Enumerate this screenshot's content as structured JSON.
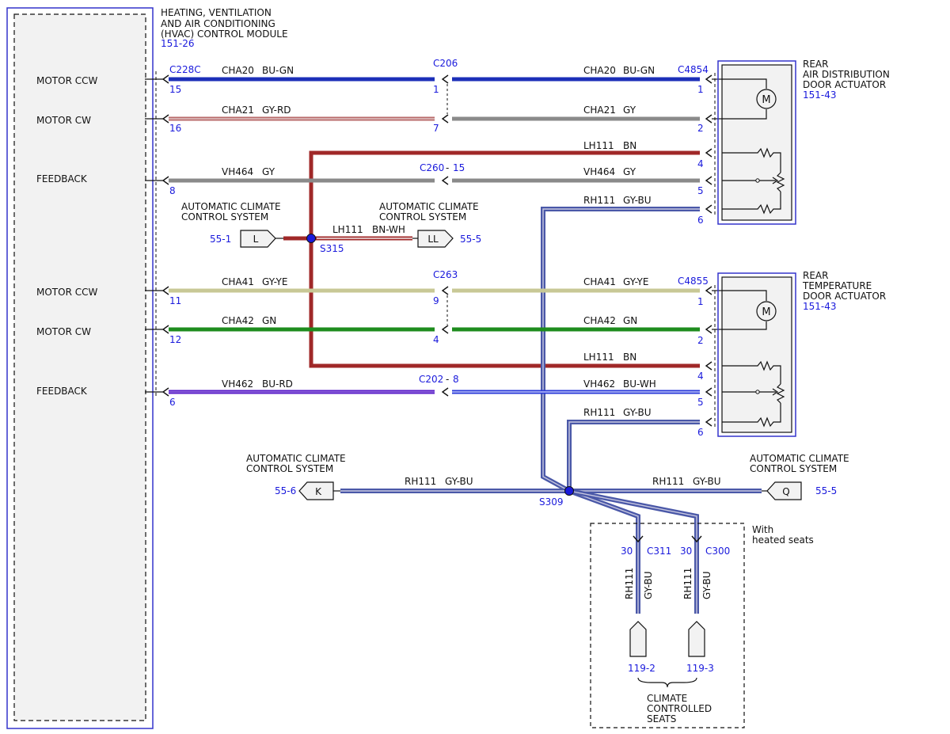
{
  "module": {
    "title_lines": [
      "HEATING, VENTILATION",
      "AND AIR CONDITIONING",
      "(HVAC) CONTROL MODULE"
    ],
    "ref": "151-26",
    "pins": [
      "MOTOR CCW",
      "MOTOR CW",
      "FEEDBACK",
      "MOTOR CCW",
      "MOTOR CW",
      "FEEDBACK"
    ]
  },
  "actuator_air": {
    "title_lines": [
      "REAR",
      "AIR DISTRIBUTION",
      "DOOR ACTUATOR"
    ],
    "ref": "151-43",
    "connector": "C4854",
    "pins": [
      "1",
      "2",
      "4",
      "5",
      "6"
    ]
  },
  "actuator_temp": {
    "title_lines": [
      "REAR",
      "TEMPERATURE",
      "DOOR ACTUATOR"
    ],
    "ref": "151-43",
    "connector": "C4855",
    "pins": [
      "1",
      "2",
      "4",
      "5",
      "6"
    ]
  },
  "connectors": {
    "c228c": "C228C",
    "c206": "C206",
    "c263": "C263",
    "c260": "C260",
    "c260_pin": "15",
    "c202": "C202",
    "c202_pin": "8",
    "c311": "C311",
    "c300": "C300",
    "dash": "-"
  },
  "pin_numbers": {
    "m1": "15",
    "m2": "16",
    "m3": "8",
    "m4": "11",
    "m5": "12",
    "m6": "6",
    "c206_1": "1",
    "c206_7": "7",
    "c263_9": "9",
    "c263_4": "4",
    "c311_pin": "30",
    "c300_pin": "30"
  },
  "circuits": {
    "cha20": "CHA20",
    "bu_gn": "BU-GN",
    "cha21": "CHA21",
    "gy_rd": "GY-RD",
    "gy": "GY",
    "lh111": "LH111",
    "bn": "BN",
    "bn_wh": "BN-WH",
    "vh464": "VH464",
    "rh111": "RH111",
    "gy_bu": "GY-BU",
    "cha41": "CHA41",
    "gy_ye": "GY-YE",
    "cha42": "CHA42",
    "gn": "GN",
    "vh462": "VH462",
    "bu_rd": "BU-RD",
    "bu_wh": "BU-WH"
  },
  "references": {
    "acc_title": [
      "AUTOMATIC CLIMATE",
      "CONTROL SYSTEM"
    ],
    "l_label": "L",
    "l_ref": "55-1",
    "ll_label": "LL",
    "ll_ref": "55-5",
    "k_label": "K",
    "k_ref": "55-6",
    "q_label": "Q",
    "q_ref": "55-5"
  },
  "splices": {
    "s315": "S315",
    "s309": "S309"
  },
  "seats": {
    "note_lines": [
      "With",
      "heated seats"
    ],
    "ref_1": "119-2",
    "ref_2": "119-3",
    "title_lines": [
      "CLIMATE",
      "CONTROLLED",
      "SEATS"
    ]
  },
  "colors": {
    "blue_label": "#1a1adc",
    "frame_blue": "#3333cc",
    "bu_gn": "#1c2fb8",
    "gy_rd": "#b86a6a",
    "gy": "#8a8a8a",
    "bn": "#a02828",
    "gy_ye": "#c8c896",
    "gn": "#1e8c1e",
    "bu_rd": "#5a1ec8",
    "bu_wh": "#2a3ad8",
    "gy_bu": "#4a58a8"
  }
}
